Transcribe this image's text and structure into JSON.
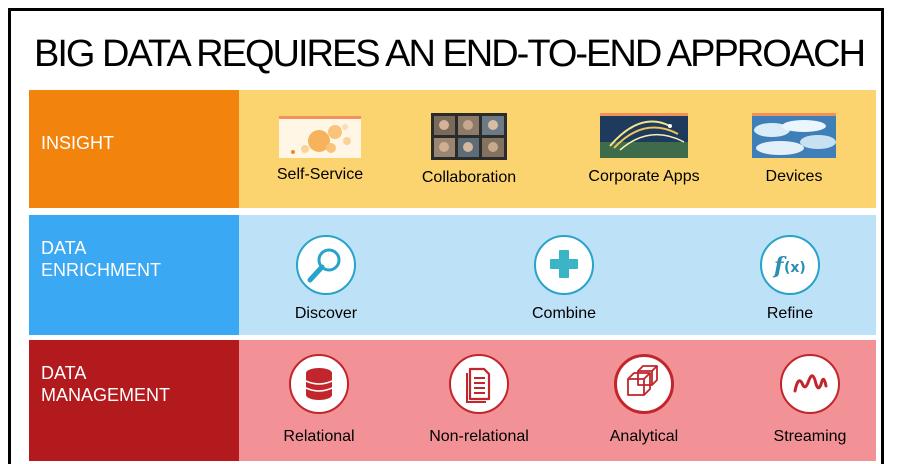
{
  "title": "BIG DATA REQUIRES AN END-TO-END APPROACH",
  "rows": {
    "insight": {
      "label_lines": [
        "INSIGHT"
      ],
      "items": [
        {
          "label": "Self-Service",
          "icon": "self-service-thumbnail"
        },
        {
          "label": "Collaboration",
          "icon": "collaboration-thumbnail"
        },
        {
          "label": "Corporate Apps",
          "icon": "corporate-apps-thumbnail"
        },
        {
          "label": "Devices",
          "icon": "devices-thumbnail"
        }
      ]
    },
    "enrichment": {
      "label_lines": [
        "DATA",
        "ENRICHMENT"
      ],
      "items": [
        {
          "label": "Discover",
          "icon": "magnifier-icon"
        },
        {
          "label": "Combine",
          "icon": "plus-icon"
        },
        {
          "label": "Refine",
          "icon": "function-icon"
        }
      ]
    },
    "management": {
      "label_lines": [
        "DATA",
        "MANAGEMENT"
      ],
      "items": [
        {
          "label": "Relational",
          "icon": "database-icon"
        },
        {
          "label": "Non-relational",
          "icon": "document-icon"
        },
        {
          "label": "Analytical",
          "icon": "cube-icon"
        },
        {
          "label": "Streaming",
          "icon": "wave-icon"
        }
      ]
    }
  },
  "colors": {
    "insight_label": "#F2830D",
    "insight_band": "#FCD46F",
    "enrichment_label": "#3AA8F2",
    "enrichment_band": "#BDE1F7",
    "management_label": "#B31A1E",
    "management_band": "#F29296"
  }
}
